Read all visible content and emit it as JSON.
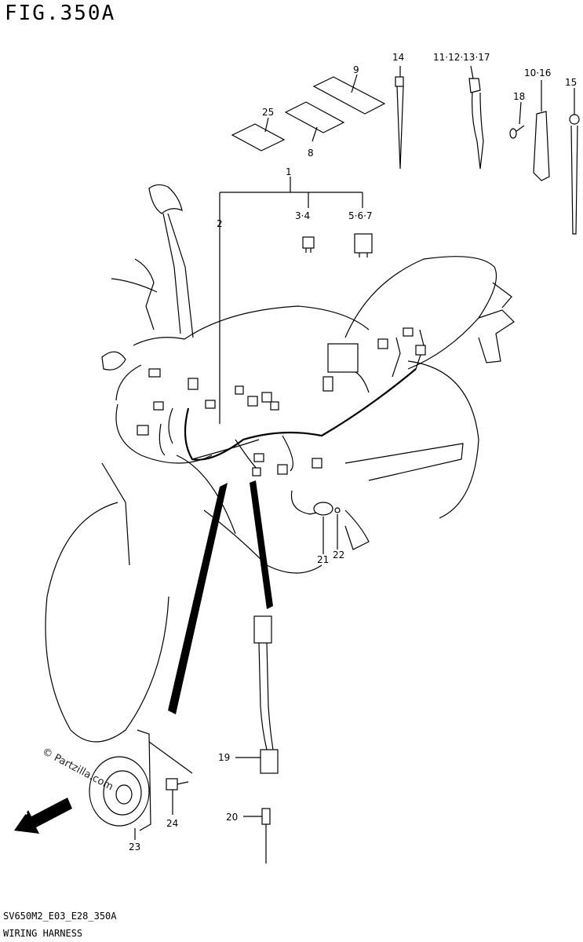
{
  "figure": {
    "title": "FIG.350A",
    "model_code": "SV650M2_E03_E28_350A",
    "caption": "WIRING HARNESS",
    "watermark": "© Partzilla.com",
    "fwd_label": "FWD"
  },
  "callouts": {
    "c1": "1",
    "c2": "2",
    "c3": "3·4",
    "c5": "5·6·7",
    "c8": "8",
    "c9": "9",
    "c11": "11·12·13·17",
    "c14": "14",
    "c15": "15",
    "c16": "10·16",
    "c18": "18",
    "c19": "19",
    "c20": "20",
    "c21": "21",
    "c22": "22",
    "c23": "23",
    "c24": "24",
    "c25": "25"
  }
}
